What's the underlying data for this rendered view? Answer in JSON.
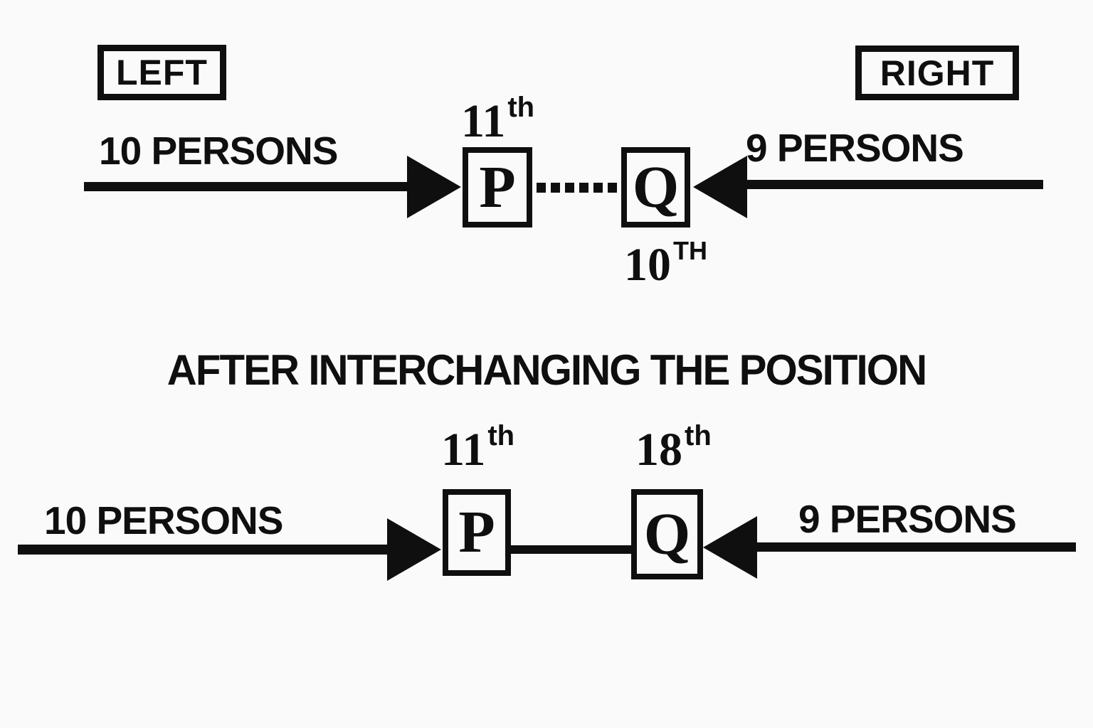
{
  "colors": {
    "ink": "#0f0f0f",
    "background": "#fafafa"
  },
  "top_diagram": {
    "left_label": "LEFT",
    "right_label": "RIGHT",
    "left_count": "10 PERSONS",
    "right_count": "9 PERSONS",
    "p": {
      "letter": "P",
      "position_number": "11",
      "position_suffix": "th"
    },
    "q": {
      "letter": "Q",
      "position_number": "10",
      "position_suffix": "TH"
    }
  },
  "title": "AFTER INTERCHANGING THE POSITION",
  "bottom_diagram": {
    "left_count": "10 PERSONS",
    "right_count": "9 PERSONS",
    "p": {
      "letter": "P",
      "position_number": "11",
      "position_suffix": "th"
    },
    "q": {
      "letter": "Q",
      "position_number": "18",
      "position_suffix": "th"
    }
  }
}
